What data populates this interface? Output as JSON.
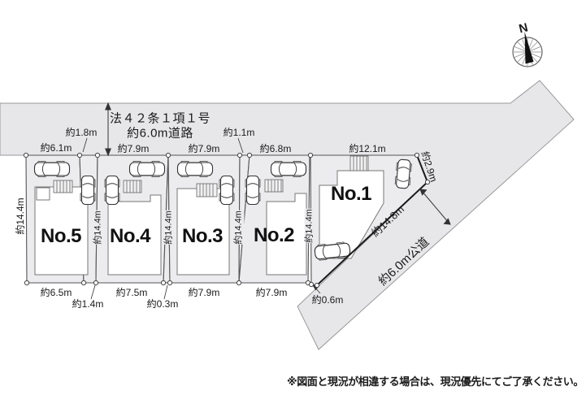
{
  "compass": {
    "north_label": "N"
  },
  "top_road": {
    "regulation": "法４２条１項１号",
    "width_label": "約6.0m道路"
  },
  "side_road": {
    "name_label": "約6.0m公道",
    "length_label": "約14.8m"
  },
  "lots": {
    "no1": {
      "label": "No.1"
    },
    "no2": {
      "label": "No.2"
    },
    "no3": {
      "label": "No.3"
    },
    "no4": {
      "label": "No.4"
    },
    "no5": {
      "label": "No.5"
    }
  },
  "dims": {
    "top": {
      "w61": "約6.1m",
      "w18": "約1.8m",
      "w79a": "約7.9m",
      "w79b": "約7.9m",
      "w11": "約1.1m",
      "w68": "約6.8m",
      "w121": "約12.1m",
      "w29": "約2.9m"
    },
    "left": {
      "depth": "約14.4m"
    },
    "inner": {
      "a": "約14.4m",
      "b": "約14.4m",
      "c": "約14.4m",
      "d": "約14.4m"
    },
    "bottom": {
      "w65": "約6.5m",
      "w14": "約1.4m",
      "w75": "約7.5m",
      "w03": "約0.3m",
      "w79a": "約7.9m",
      "w79b": "約7.9m",
      "w06": "約0.6m"
    }
  },
  "footer": {
    "disclaimer": "※図面と現況が相違する場合は、現況優先にてご了承ください。"
  },
  "colors": {
    "road_fill": "#e7e7ea",
    "parcel_fill": "#ececef",
    "building_fill": "#ffffff",
    "line": "#555555",
    "boundary_bold": "#1a1a1a"
  }
}
